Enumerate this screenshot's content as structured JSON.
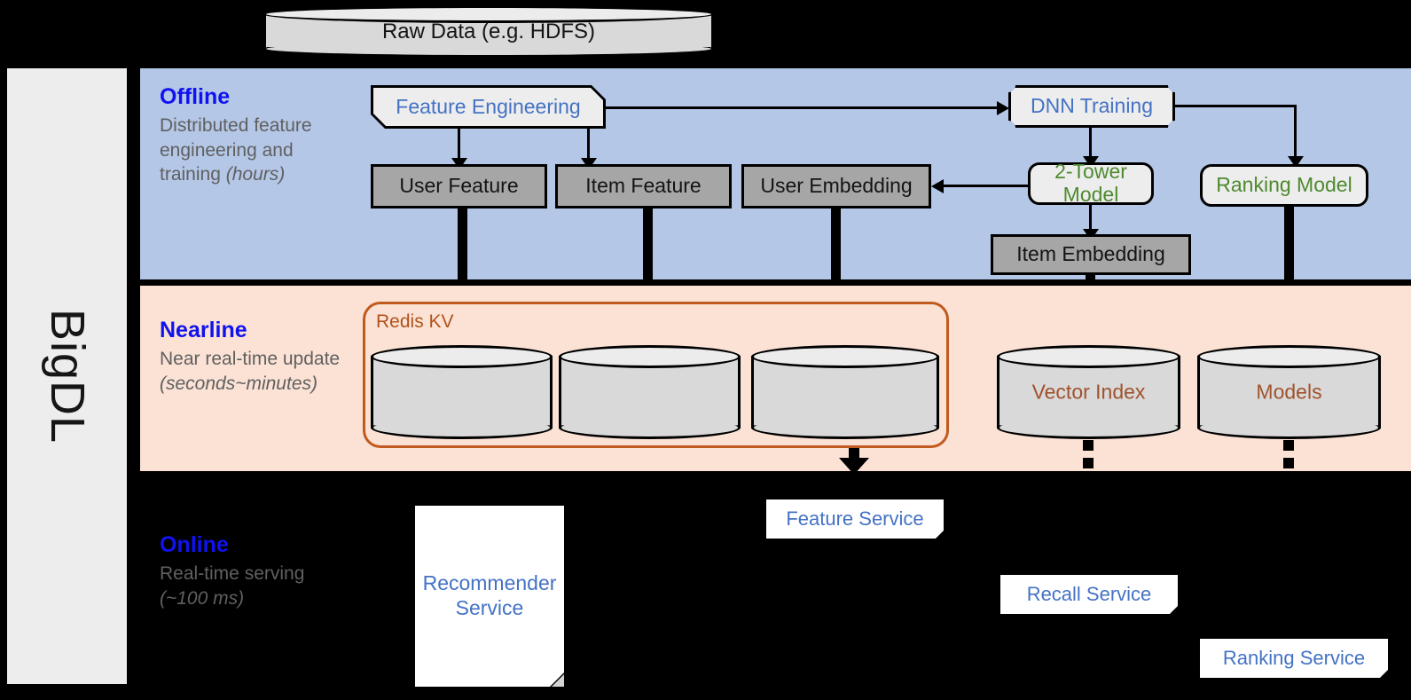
{
  "brand": {
    "label": "BigDL"
  },
  "top_source": {
    "label": "Raw Data (e.g. HDFS)"
  },
  "bands": {
    "offline": {
      "title": "Offline",
      "subtitle_plain": "Distributed feature engineering and training ",
      "subtitle_italic": "(hours)"
    },
    "nearline": {
      "title": "Nearline",
      "subtitle_plain": "Near real-time update ",
      "subtitle_italic": "(seconds~minutes)"
    },
    "online": {
      "title": "Online",
      "subtitle_plain": "Real-time serving ",
      "subtitle_italic": "(~100 ms)"
    }
  },
  "offline_nodes": {
    "feature_engineering": "Feature Engineering",
    "dnn_training": "DNN Training",
    "user_feature": "User Feature",
    "item_feature": "Item Feature",
    "user_embedding": "User Embedding",
    "two_tower_model": "2-Tower Model",
    "ranking_model": "Ranking Model",
    "item_embedding": "Item Embedding"
  },
  "nearline_nodes": {
    "redis_kv": "Redis KV",
    "store_1": "",
    "store_2": "",
    "store_3": "",
    "vector_index": "Vector Index",
    "models": "Models"
  },
  "online_nodes": {
    "recommender_service": "Recommender\nService",
    "recommender_service_l1": "Recommender",
    "recommender_service_l2": "Service",
    "feature_service": "Feature Service",
    "recall_service": "Recall Service",
    "ranking_service": "Ranking Service"
  },
  "colors": {
    "offline_band": "#b4c7e7",
    "nearline_band": "#fbe2d5",
    "online_band": "#000000",
    "band_title": "#1012ef",
    "band_subtitle": "#606060",
    "process_text": "#4472c4",
    "model_text": "#4e8a2e",
    "store_text": "#a0522d",
    "redis_border": "#c05a1e",
    "gray_box": "#a6a6a6",
    "light_box": "#ededed",
    "cylinder": "#d9d9d9",
    "brandbar": "#ededed"
  }
}
